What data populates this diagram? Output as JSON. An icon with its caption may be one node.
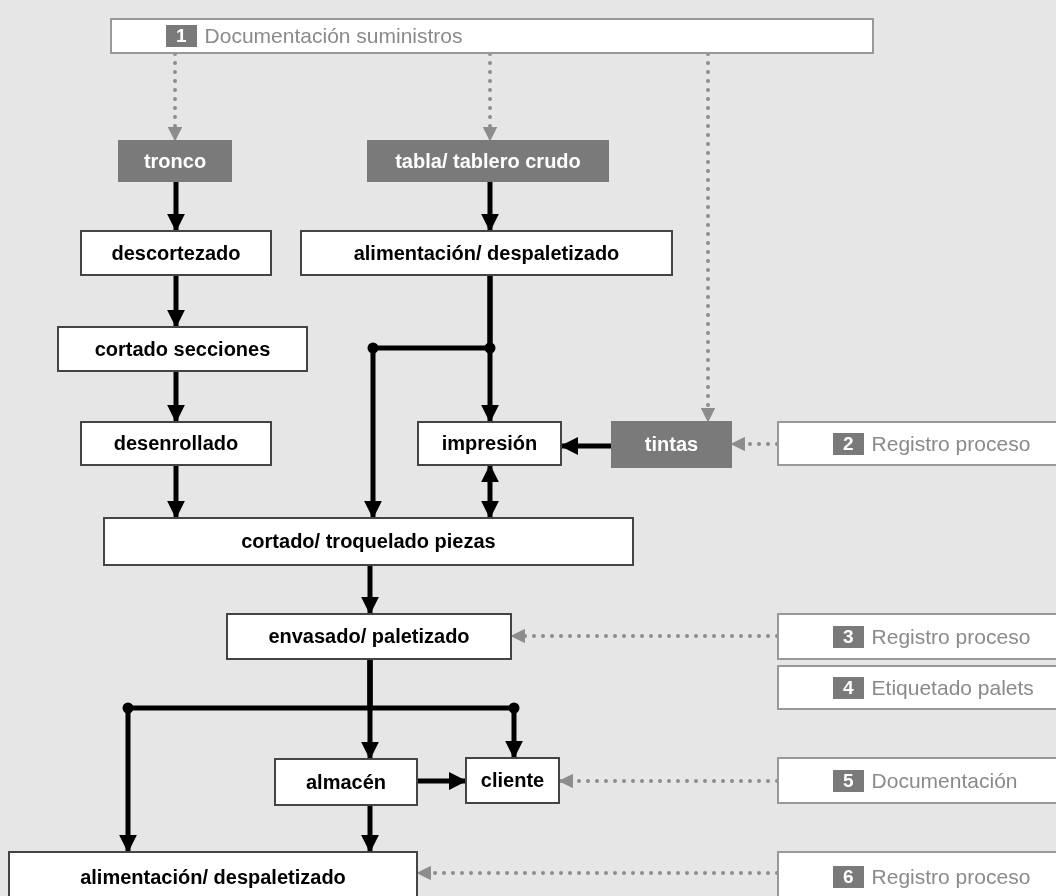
{
  "diagram": {
    "nodes": [
      {
        "text": [
          "1",
          "Documentación suministros"
        ]
      },
      {
        "text": [
          "tronco"
        ]
      },
      {
        "text": [
          "tabla/ tablero crudo"
        ]
      },
      {
        "text": [
          "descortezado"
        ]
      },
      {
        "text": [
          "alimentación/ despaletizado"
        ]
      },
      {
        "text": [
          "cortado secciones"
        ]
      },
      {
        "text": [
          "desenrollado"
        ]
      },
      {
        "text": [
          "impresión"
        ]
      },
      {
        "text": [
          "tintas"
        ]
      },
      {
        "text": [
          "2",
          "Registro proceso"
        ]
      },
      {
        "text": [
          "cortado/ troquelado piezas"
        ]
      },
      {
        "text": [
          "envasado/ paletizado"
        ]
      },
      {
        "text": [
          "3",
          "Registro proceso"
        ]
      },
      {
        "text": [
          "4",
          "Etiquetado palets"
        ]
      },
      {
        "text": [
          "almacén"
        ]
      },
      {
        "text": [
          "cliente"
        ]
      },
      {
        "text": [
          "5",
          "Documentación"
        ]
      },
      {
        "text": [
          "alimentación/ despaletizado"
        ]
      },
      {
        "text": [
          "6",
          "Registro proceso"
        ]
      }
    ],
    "edges": [
      {
        "from": 0,
        "to": 1,
        "arrow": "to",
        "style": "dashed",
        "color": "#8c8c8c"
      },
      {
        "from": 0,
        "to": 2,
        "arrow": "to",
        "style": "dashed",
        "color": "#8c8c8c"
      },
      {
        "from": 0,
        "to": 8,
        "arrow": "to",
        "style": "dashed",
        "color": "#8c8c8c"
      },
      {
        "from": 1,
        "to": 3,
        "arrow": "to"
      },
      {
        "from": 2,
        "to": 4,
        "arrow": "to"
      },
      {
        "from": 3,
        "to": 5,
        "arrow": "to"
      },
      {
        "from": 5,
        "to": 6,
        "arrow": "to"
      },
      {
        "from": 6,
        "to": 10,
        "arrow": "to"
      },
      {
        "from": 4,
        "to": 7,
        "arrow": "to"
      },
      {
        "from": 4,
        "to": 10,
        "arrow": "to"
      },
      {
        "from": 8,
        "to": 7,
        "arrow": "to"
      },
      {
        "from": 7,
        "to": 10,
        "arrow": "both"
      },
      {
        "from": 9,
        "to": 8,
        "arrow": "to",
        "style": "dashed",
        "color": "#8c8c8c"
      },
      {
        "from": 10,
        "to": 11,
        "arrow": "to"
      },
      {
        "from": 12,
        "to": 11,
        "arrow": "to",
        "style": "dashed",
        "color": "#8c8c8c"
      },
      {
        "from": 11,
        "to": 14,
        "arrow": "to"
      },
      {
        "from": 11,
        "to": 15,
        "arrow": "to"
      },
      {
        "from": 11,
        "to": 17,
        "arrow": "to"
      },
      {
        "from": 14,
        "to": 15,
        "arrow": "to"
      },
      {
        "from": 16,
        "to": 15,
        "arrow": "to",
        "style": "dashed",
        "color": "#8c8c8c"
      },
      {
        "from": 14,
        "to": 17,
        "arrow": "to"
      },
      {
        "from": 18,
        "to": 17,
        "arrow": "to",
        "style": "dashed",
        "color": "#8c8c8c"
      }
    ]
  }
}
